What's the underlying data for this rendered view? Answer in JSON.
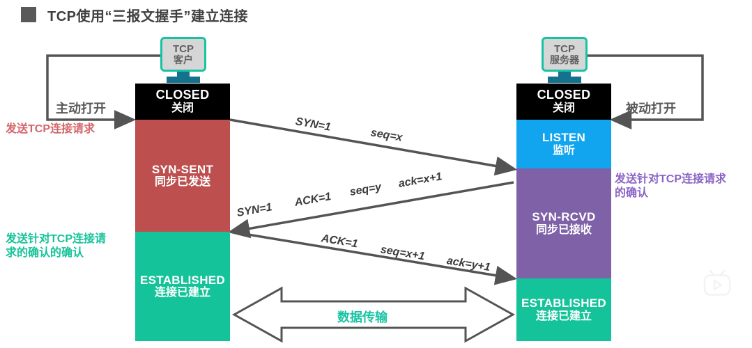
{
  "header": {
    "bullet": "square-bullet",
    "title": "TCP使用“三报文握手”建立连接"
  },
  "nodes": {
    "client": {
      "line1": "TCP",
      "line2": "客户",
      "icon": "computer-icon"
    },
    "server": {
      "line1": "TCP",
      "line2": "服务器",
      "icon": "computer-icon"
    }
  },
  "client_states": [
    {
      "en": "CLOSED",
      "cn": "关闭",
      "color": "#000000"
    },
    {
      "en": "SYN-SENT",
      "cn": "同步已发送",
      "color": "#bd4f4f"
    },
    {
      "en": "ESTABLISHED",
      "cn": "连接已建立",
      "color": "#15c39a"
    }
  ],
  "server_states": [
    {
      "en": "CLOSED",
      "cn": "关闭",
      "color": "#000000"
    },
    {
      "en": "LISTEN",
      "cn": "监听",
      "color": "#11a5ef"
    },
    {
      "en": "SYN-RCVD",
      "cn": "同步已接收",
      "color": "#7f61a8"
    },
    {
      "en": "ESTABLISHED",
      "cn": "连接已建立",
      "color": "#15c39a"
    }
  ],
  "connectors": {
    "active_open": "主动打开",
    "passive_open": "被动打开"
  },
  "annotations": {
    "left_top": {
      "text": "发送TCP连接请求",
      "color": "#d4666a"
    },
    "left_bottom": {
      "line1": "发送针对TCP连接请",
      "line2": "求的确认的确认",
      "color": "#15c39a"
    },
    "right_mid": {
      "line1": "发送针对TCP连接请求",
      "line2": "的确认",
      "color": "#8a63c6"
    }
  },
  "segments": [
    {
      "name": "syn",
      "labels": [
        "SYN=1",
        "seq=x"
      ]
    },
    {
      "name": "syn-ack",
      "labels": [
        "SYN=1",
        "ACK=1",
        "seq=y",
        "ack=x+1"
      ]
    },
    {
      "name": "ack",
      "labels": [
        "ACK=1",
        "seq=x+1",
        "ack=y+1"
      ]
    }
  ],
  "data_transfer": {
    "label": "数据传输",
    "color": "#17c3a2"
  },
  "watermark": {
    "name": "bilibili-logo"
  },
  "colors": {
    "accent_teal": "#15c39a",
    "line_gray": "#545454",
    "header_gray": "#404040"
  }
}
